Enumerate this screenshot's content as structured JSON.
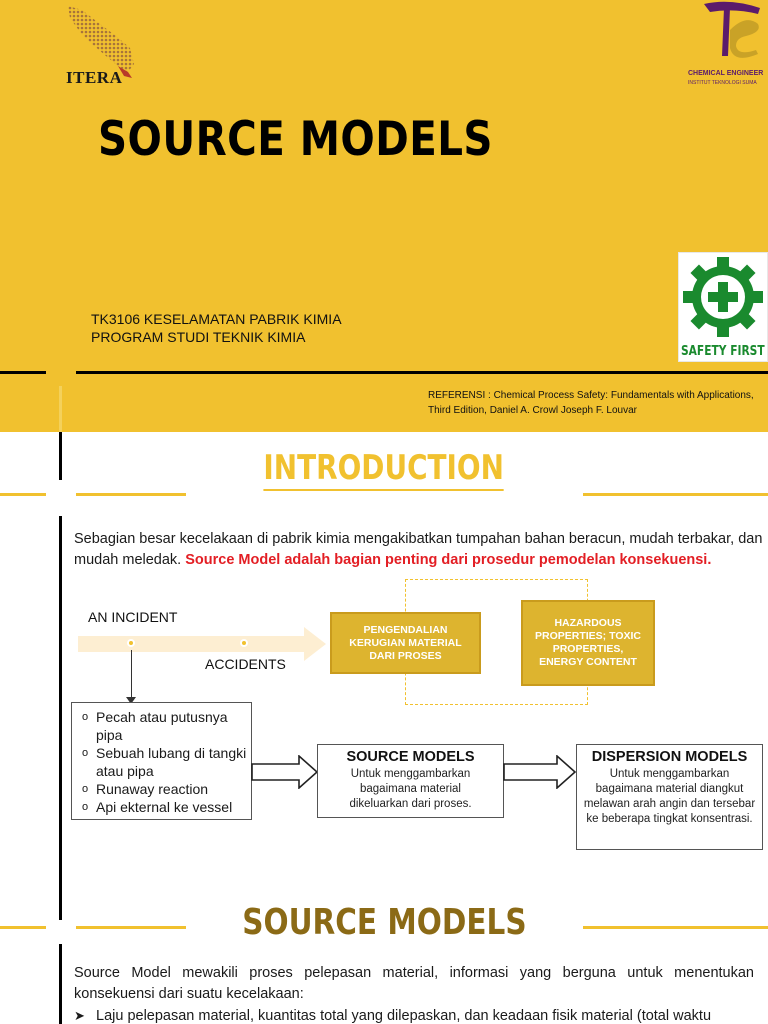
{
  "cover": {
    "itera_logo_text": "ITERA",
    "title": "SOURCE MODELS",
    "department_title": "CHEMICAL ENGINEER",
    "department_subtitle": "INSTITUT TEKNOLOGI SUMA",
    "course_line1": "TK3106 KESELAMATAN PABRIK KIMIA",
    "course_line2": "PROGRAM STUDI TEKNIK KIMIA",
    "safety_badge_text": "SAFETY FIRST",
    "reference_line1": "REFERENSI : Chemical Process Safety: Fundamentals with Applications,",
    "reference_line2": "Third Edition, Daniel A. Crowl Joseph F. Louvar",
    "colors": {
      "background": "#F1C12F",
      "safety_green": "#1a8a2e",
      "dept_purple": "#5b1b6b"
    }
  },
  "intro": {
    "title": "INTRODUCTION",
    "paragraph_plain": "Sebagian besar kecelakaan di pabrik kimia mengakibatkan tumpahan bahan beracun, mudah terbakar, dan mudah meledak.",
    "paragraph_highlight": "Source Model adalah bagian penting dari prosedur pemodelan konsekuensi.",
    "diagram": {
      "incident_label": "AN INCIDENT",
      "accidents_label": "ACCIDENTS",
      "box_pengendalian": "PENGENDALIAN KERUGIAN MATERIAL DARI PROSES",
      "box_hazardous": "HAZARDOUS PROPERTIES; TOXIC PROPERTIES, ENERGY CONTENT",
      "causes": [
        "Pecah atau putusnya pipa",
        "Sebuah lubang di tangki atau pipa",
        "Runaway reaction",
        "Api ekternal ke vessel"
      ],
      "source_models": {
        "heading": "SOURCE MODELS",
        "description": "Untuk menggambarkan bagaimana material dikeluarkan dari proses."
      },
      "dispersion_models": {
        "heading": "DISPERSION MODELS",
        "description": "Untuk menggambarkan bagaimana material diangkut melawan arah angin dan tersebar ke beberapa tingkat konsentrasi."
      }
    },
    "colors": {
      "accent": "#F1C12F",
      "highlight_red": "#e31e24",
      "box_fill": "#DDB42F"
    }
  },
  "source_models_section": {
    "title": "SOURCE MODELS",
    "paragraph": "Source Model mewakili proses pelepasan material, informasi yang berguna untuk menentukan konsekuensi dari suatu kecelakaan:",
    "bullet1": "Laju pelepasan material, kuantitas total yang dilepaskan, dan keadaan fisik material (total waktu",
    "colors": {
      "title": "#8B6A16"
    }
  }
}
